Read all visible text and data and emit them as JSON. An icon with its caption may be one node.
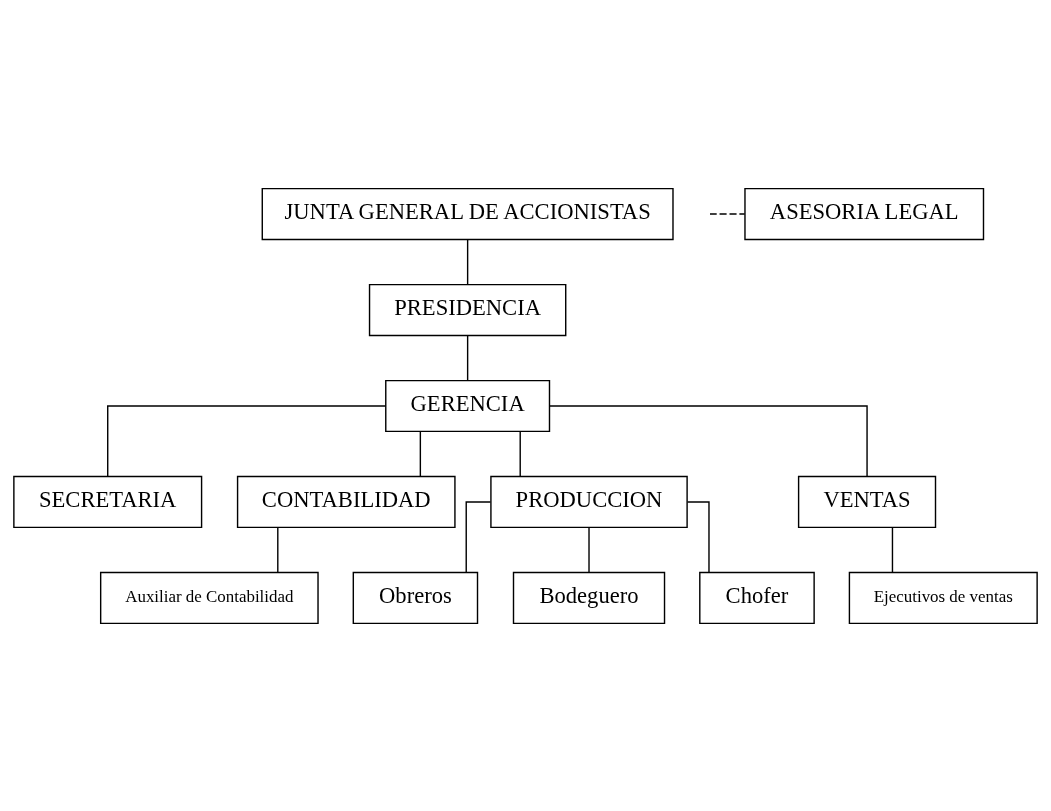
{
  "diagram": {
    "nodes": [
      {
        "text": [
          "JUNTA GENERAL DE ACCIONISTAS"
        ]
      },
      {
        "text": [
          "PRESIDENCIA"
        ]
      },
      {
        "text": [
          "ASESORIA LEGAL"
        ]
      },
      {
        "text": [
          "GERENCIA"
        ]
      },
      {
        "text": [
          "SECRETARIA"
        ]
      },
      {
        "text": [
          "CONTABILIDAD"
        ]
      },
      {
        "text": [
          "PRODUCCION"
        ]
      },
      {
        "text": [
          "VENTAS"
        ]
      },
      {
        "text": [
          "Auxiliar de Contabilidad"
        ]
      },
      {
        "text": [
          "Obreros"
        ]
      },
      {
        "text": [
          "Bodeguero"
        ]
      },
      {
        "text": [
          "Chofer"
        ]
      },
      {
        "text": [
          "Ejecutivos de ventas"
        ]
      }
    ],
    "edges": [
      {
        "from": 0,
        "to": 1,
        "arrow": "none"
      },
      {
        "from": 1,
        "to": 3,
        "arrow": "none"
      },
      {
        "from": null,
        "to": 2,
        "arrow": "none",
        "style": "dashed"
      },
      {
        "from": 3,
        "to": 4,
        "arrow": "none"
      },
      {
        "from": 3,
        "to": 5,
        "arrow": "none"
      },
      {
        "from": 3,
        "to": 6,
        "arrow": "none"
      },
      {
        "from": 3,
        "to": 7,
        "arrow": "none"
      },
      {
        "from": 5,
        "to": 8,
        "arrow": "none"
      },
      {
        "from": 6,
        "to": 9,
        "arrow": "none"
      },
      {
        "from": 6,
        "to": 10,
        "arrow": "none"
      },
      {
        "from": 6,
        "to": 11,
        "arrow": "none"
      },
      {
        "from": 7,
        "to": 12,
        "arrow": "none"
      }
    ]
  }
}
